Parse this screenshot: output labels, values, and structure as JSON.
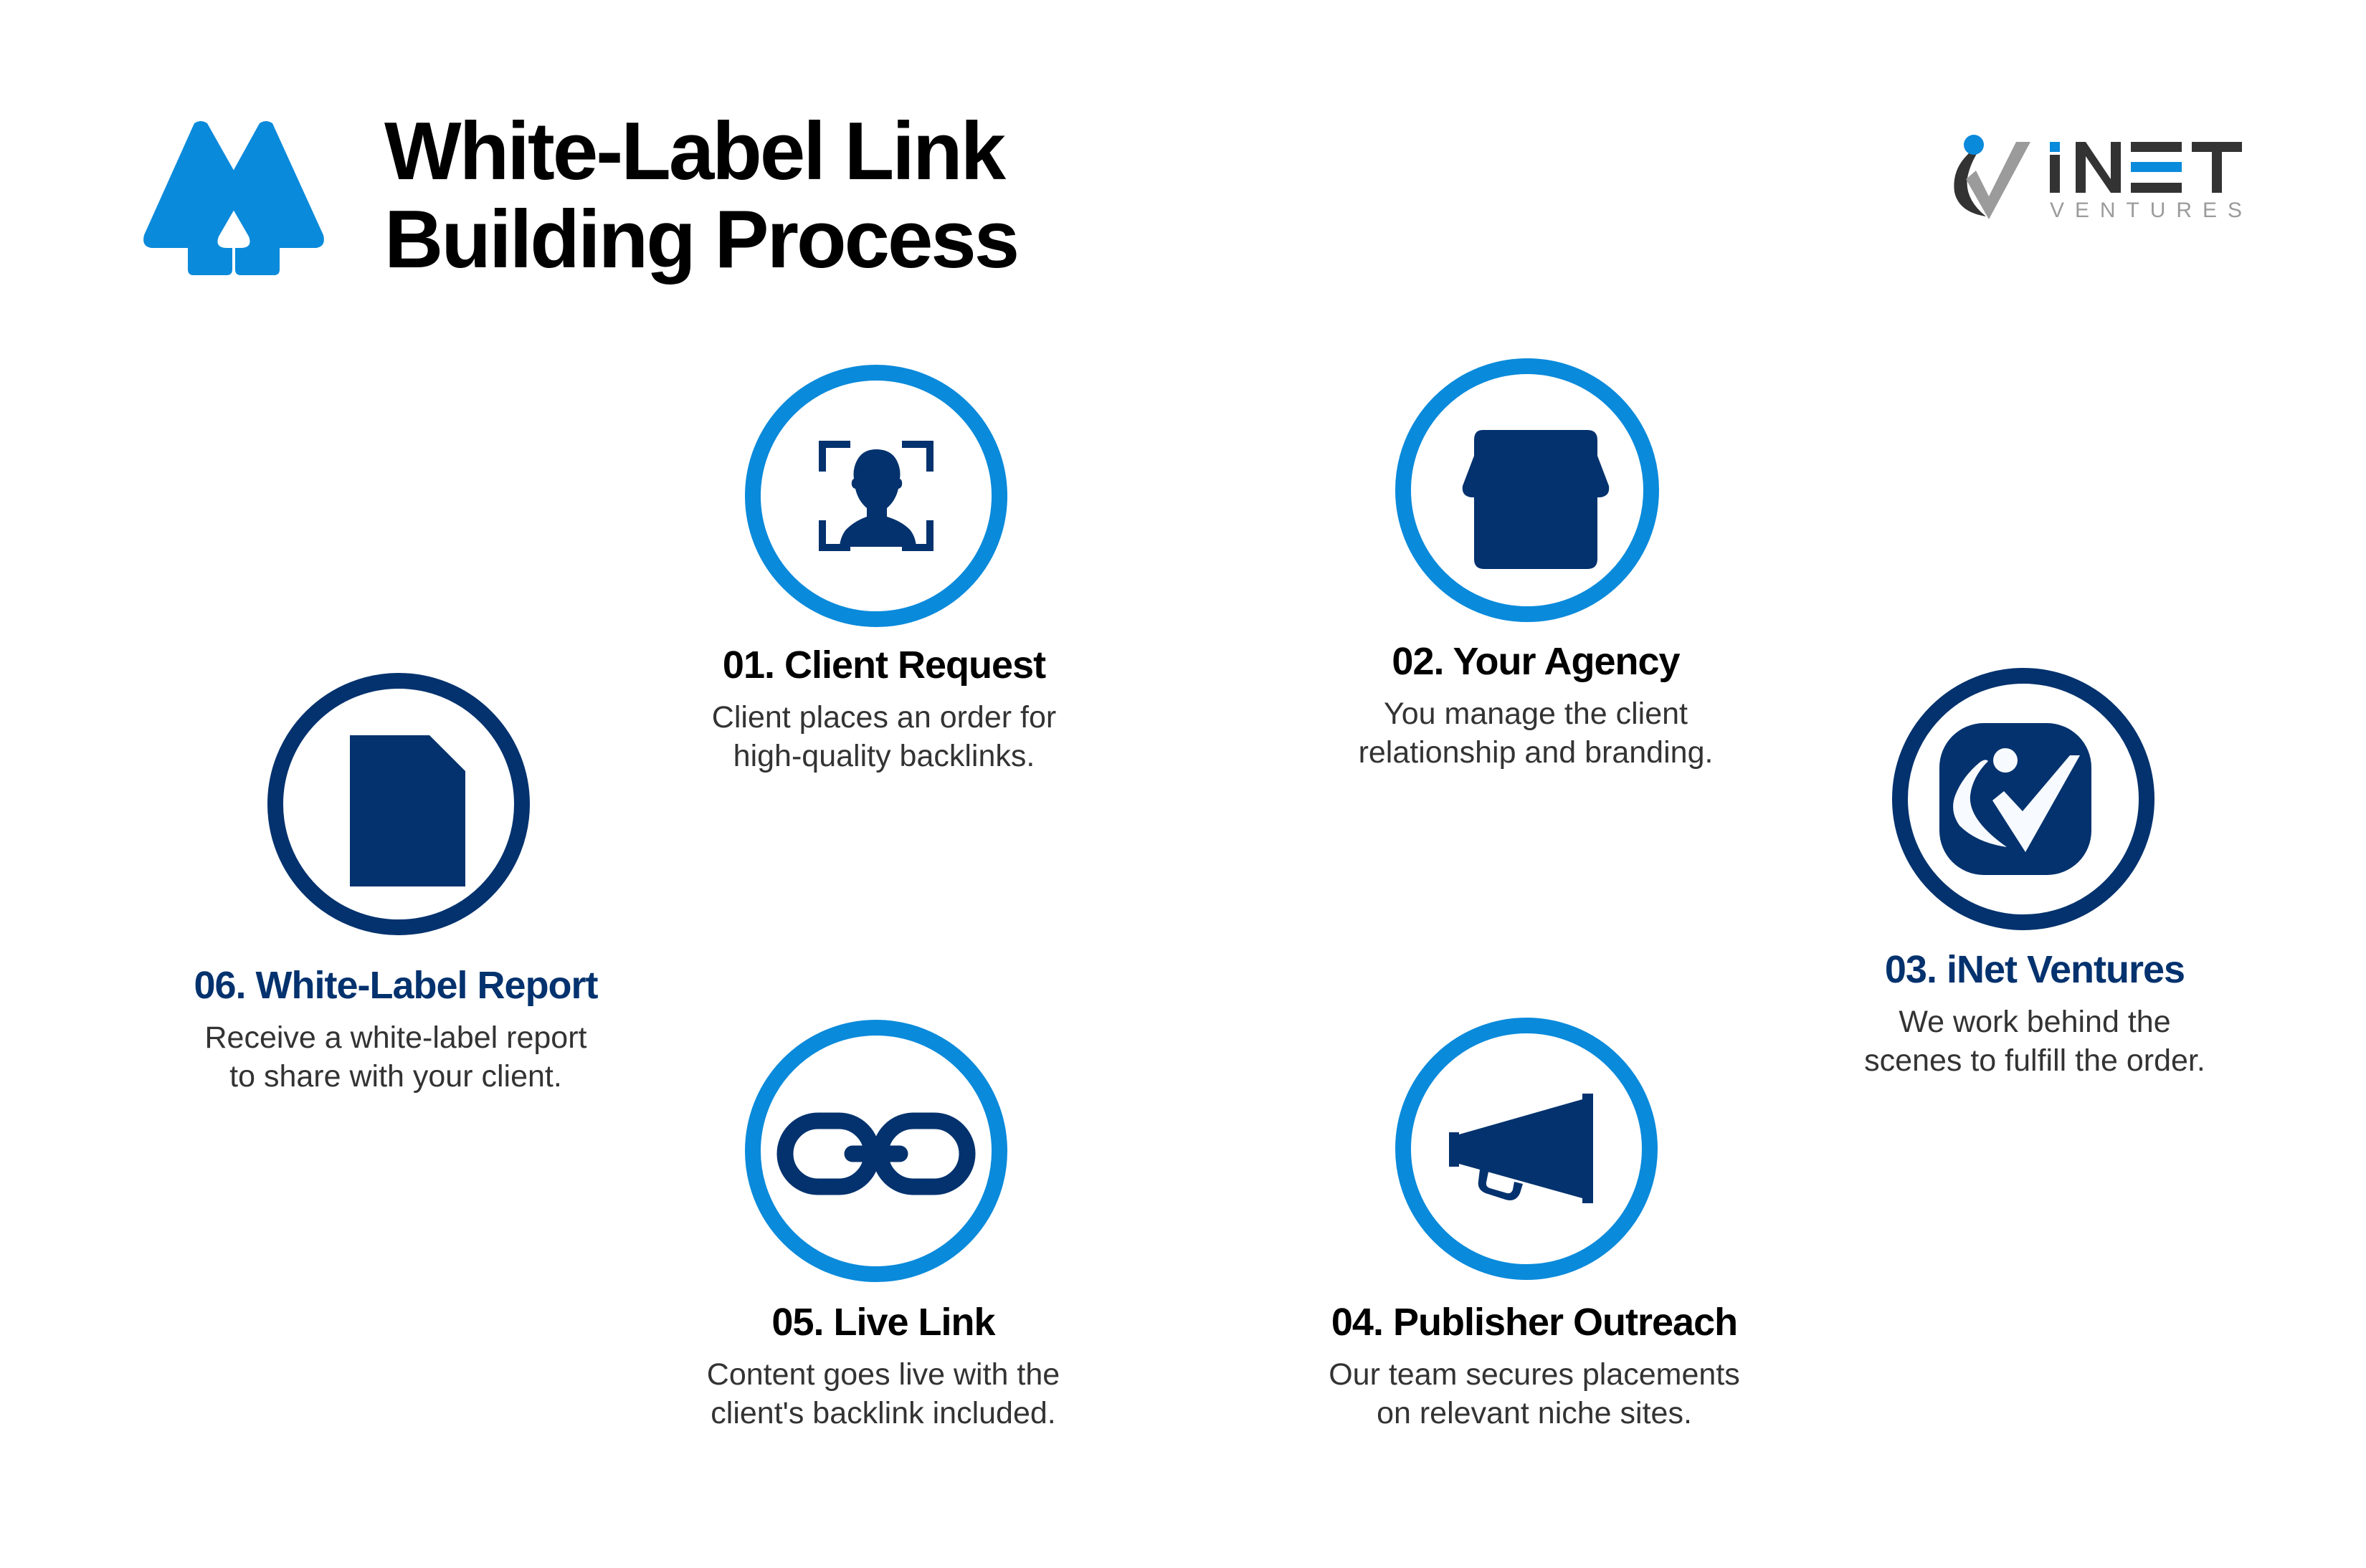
{
  "header": {
    "title_line1": "White-Label Link",
    "title_line2": "Building Process",
    "logo_icon": "double-up-arrows-icon",
    "brand": {
      "wordmark": "iNET",
      "sub": "VENTURES",
      "icon": "inet-check-logo-icon"
    }
  },
  "colors": {
    "accent_blue": "#0A8ADB",
    "dark_navy": "#03326E",
    "text_black": "#000000",
    "text_gray": "#333333",
    "logo_gray": "#9B9B9B",
    "logo_dark": "#333333"
  },
  "steps": [
    {
      "number": "01",
      "title": "01. Client Request",
      "desc_line1": "Client places an order for",
      "desc_line2": "high-quality backlinks.",
      "icon": "user-scan-icon",
      "ring_color": "#0A8ADB"
    },
    {
      "number": "02",
      "title": "02. Your Agency",
      "desc_line1": "You manage the client",
      "desc_line2": "relationship and branding.",
      "icon": "storefront-icon",
      "ring_color": "#0A8ADB"
    },
    {
      "number": "03",
      "title": "03. iNet Ventures",
      "desc_line1": "We work behind the",
      "desc_line2": "scenes to fulfill the order.",
      "icon": "inet-app-icon",
      "ring_color": "#03326E"
    },
    {
      "number": "04",
      "title": "04. Publisher Outreach",
      "desc_line1": "Our team secures placements",
      "desc_line2": "on relevant niche sites.",
      "icon": "megaphone-icon",
      "ring_color": "#0A8ADB"
    },
    {
      "number": "05",
      "title": "05. Live Link",
      "desc_line1": "Content goes live with the",
      "desc_line2": "client's backlink included.",
      "icon": "chain-link-icon",
      "ring_color": "#0A8ADB"
    },
    {
      "number": "06",
      "title": "06. White-Label Report",
      "desc_line1": "Receive a white-label report",
      "desc_line2": "to share with your client.",
      "icon": "document-icon",
      "ring_color": "#03326E"
    }
  ]
}
